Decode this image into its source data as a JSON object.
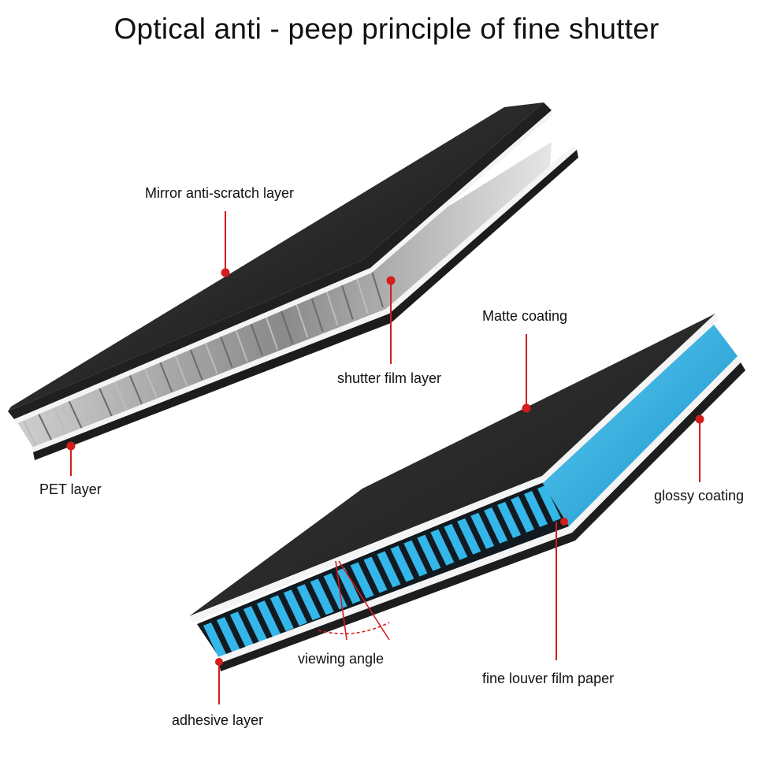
{
  "title": "Optical anti - peep principle of fine shutter",
  "labels": {
    "mirror": "Mirror anti-scratch layer",
    "shutter": "shutter film layer",
    "pet": "PET layer",
    "matte": "Matte coating",
    "glossy": "glossy coating",
    "viewing_angle": "viewing angle",
    "louver": "fine louver film paper",
    "adhesive": "adhesive layer"
  },
  "colors": {
    "surface": "#1f1f1f",
    "louver_blue": "#33b6e8",
    "callout_red": "#d41d1d",
    "layer_white": "#f4f4f4"
  }
}
